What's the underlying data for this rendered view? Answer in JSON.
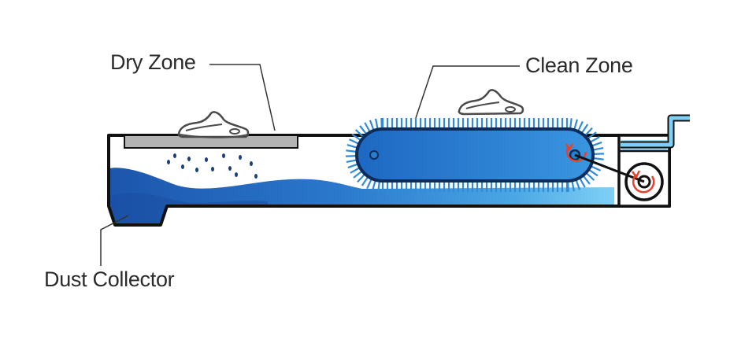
{
  "labels": {
    "dry_zone": "Dry Zone",
    "clean_zone": "Clean Zone",
    "dust_collector": "Dust Collector"
  },
  "colors": {
    "outline": "#111111",
    "water_dark": "#1e5fb8",
    "water_light": "#5ab8ee",
    "belt": "#2a7fd1",
    "bristle": "#2f8ad8",
    "plate": "#b3b3b3",
    "arrow": "#e8402a",
    "label_text": "#2b2b2b"
  }
}
